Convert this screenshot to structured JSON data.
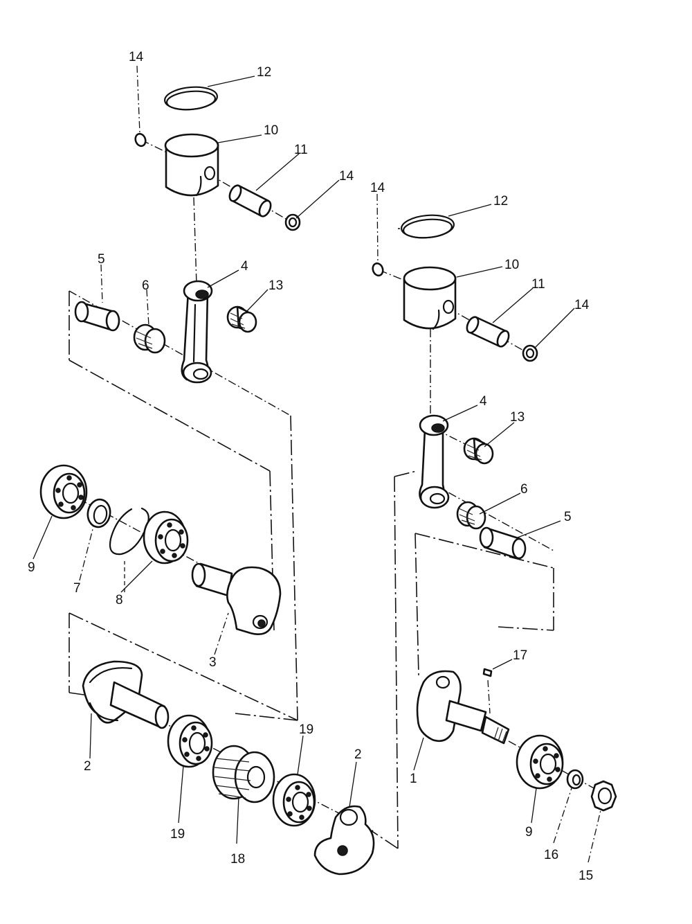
{
  "diagram": {
    "callouts": [
      {
        "id": "c14a",
        "text": "14"
      },
      {
        "id": "c12a",
        "text": "12"
      },
      {
        "id": "c10a",
        "text": "10"
      },
      {
        "id": "c11a",
        "text": "11"
      },
      {
        "id": "c14b",
        "text": "14"
      },
      {
        "id": "c14c",
        "text": "14"
      },
      {
        "id": "c12b",
        "text": "12"
      },
      {
        "id": "c10b",
        "text": "10"
      },
      {
        "id": "c11b",
        "text": "11"
      },
      {
        "id": "c14d",
        "text": "14"
      },
      {
        "id": "c5a",
        "text": "5"
      },
      {
        "id": "c6a",
        "text": "6"
      },
      {
        "id": "c4a",
        "text": "4"
      },
      {
        "id": "c13a",
        "text": "13"
      },
      {
        "id": "c4b",
        "text": "4"
      },
      {
        "id": "c13b",
        "text": "13"
      },
      {
        "id": "c6b",
        "text": "6"
      },
      {
        "id": "c5b",
        "text": "5"
      },
      {
        "id": "c9a",
        "text": "9"
      },
      {
        "id": "c7",
        "text": "7"
      },
      {
        "id": "c8",
        "text": "8"
      },
      {
        "id": "c3",
        "text": "3"
      },
      {
        "id": "c17",
        "text": "17"
      },
      {
        "id": "c19a",
        "text": "19"
      },
      {
        "id": "c2a",
        "text": "2"
      },
      {
        "id": "c2b",
        "text": "2"
      },
      {
        "id": "c1",
        "text": "1"
      },
      {
        "id": "c19b",
        "text": "19"
      },
      {
        "id": "c18",
        "text": "18"
      },
      {
        "id": "c9b",
        "text": "9"
      },
      {
        "id": "c16",
        "text": "16"
      },
      {
        "id": "c15",
        "text": "15"
      }
    ]
  }
}
